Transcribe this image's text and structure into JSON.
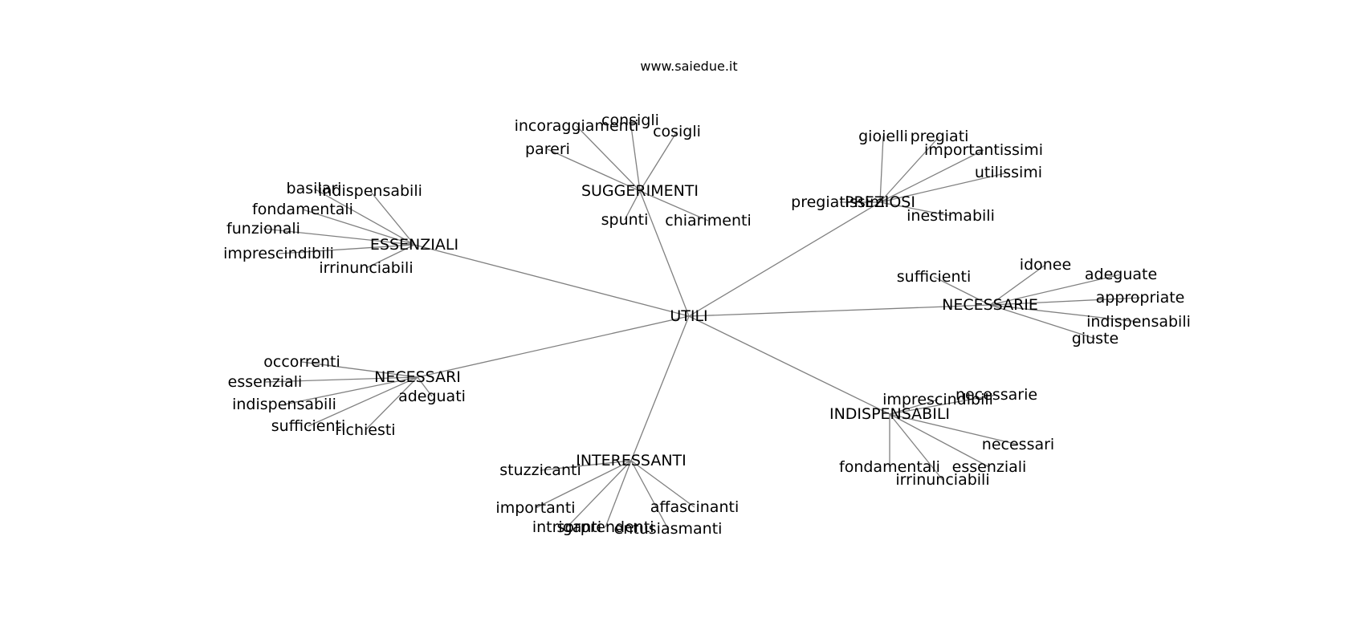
{
  "header": {
    "site_url": "www.saiedue.it"
  },
  "graph": {
    "root": "UTILI",
    "groups": [
      {
        "label": "SUGGERIMENTI",
        "leaves": [
          "consigli",
          "incoraggiamenti",
          "cosigli",
          "pareri",
          "spunti",
          "chiarimenti"
        ]
      },
      {
        "label": "PREZIOSI",
        "leaves": [
          "gioielli",
          "pregiati",
          "importantissimi",
          "utilissimi",
          "pregiatissimi",
          "inestimabili"
        ]
      },
      {
        "label": "ESSENZIALI",
        "leaves": [
          "basilari",
          "indispensabili",
          "fondamentali",
          "funzionali",
          "imprescindibili",
          "irrinunciabili"
        ]
      },
      {
        "label": "NECESSARIE",
        "leaves": [
          "idonee",
          "sufficienti",
          "adeguate",
          "appropriate",
          "indispensabili",
          "giuste"
        ]
      },
      {
        "label": "NECESSARI",
        "leaves": [
          "occorrenti",
          "essenziali",
          "indispensabili",
          "adeguati",
          "sufficienti",
          "richiesti"
        ]
      },
      {
        "label": "INDISPENSABILI",
        "leaves": [
          "necessarie",
          "imprescindibili",
          "necessari",
          "fondamentali",
          "essenziali",
          "irrinunciabili"
        ]
      },
      {
        "label": "INTERESSANTI",
        "leaves": [
          "stuzzicanti",
          "importanti",
          "affascinanti",
          "intriganti",
          "sorprendenti",
          "entusiasmanti"
        ]
      }
    ]
  }
}
